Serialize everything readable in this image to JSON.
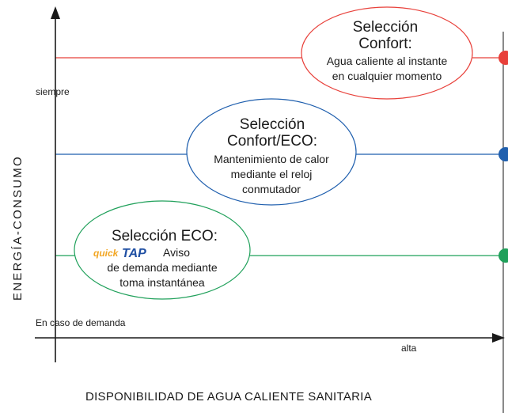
{
  "axes": {
    "y_title": "ENERGÍA-CONSUMO",
    "x_title": "DISPONIBILIDAD DE AGUA CALIENTE SANITARIA",
    "y_top_label": "siempre",
    "y_bottom_label": "En caso de demanda",
    "x_right_label": "alta"
  },
  "levels": [
    {
      "id": "confort",
      "title_lines": [
        "Selección",
        "Confort:"
      ],
      "body_lines": [
        "Agua caliente al instante",
        "en cualquier momento"
      ],
      "color": "#e8403a"
    },
    {
      "id": "confort-eco",
      "title_lines": [
        "Selección",
        "Confort/ECO:"
      ],
      "body_lines": [
        "Mantenimiento de calor",
        "mediante el reloj",
        "conmutador"
      ],
      "color": "#1f5fae"
    },
    {
      "id": "eco",
      "title_lines": [
        "Selección ECO:"
      ],
      "logo_text": "quickTap",
      "body_lines": [
        "Aviso",
        "de demanda mediante",
        "toma instantánea"
      ],
      "color": "#1fa05a"
    }
  ],
  "colors": {
    "axis": "#1a1a1a",
    "right_bar": "#8a8a8a",
    "logo_quick": "#f2a623",
    "logo_tap": "#1f4fa3"
  }
}
